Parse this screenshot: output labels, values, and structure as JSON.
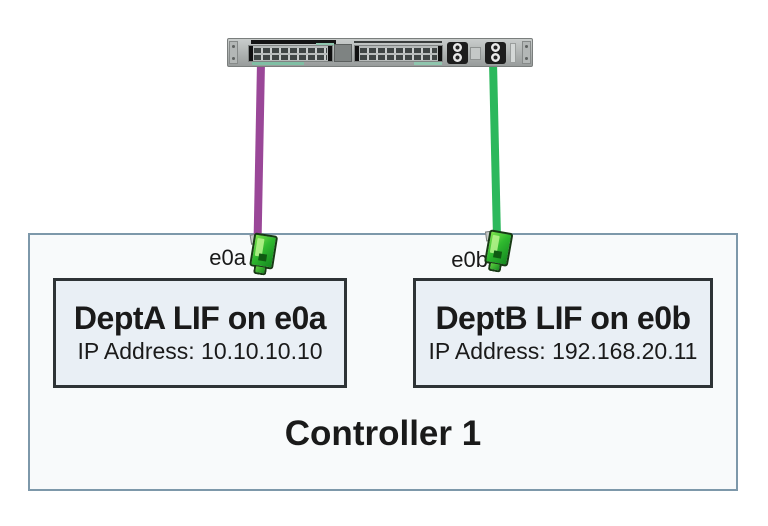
{
  "diagram": {
    "controller_label": "Controller 1",
    "switch_icon": "rack-switch-icon",
    "connections": [
      {
        "port": "e0a",
        "cable_color": "#9a4798",
        "connector_icon": "rj45-connector-icon",
        "lif_title": "DeptA LIF on e0a",
        "ip_label": "IP Address: 10.10.10.10"
      },
      {
        "port": "e0b",
        "cable_color": "#2cb85c",
        "connector_icon": "rj45-connector-icon",
        "lif_title": "DeptB LIF on e0b",
        "ip_label": "IP Address: 192.168.20.11"
      }
    ],
    "colors": {
      "cable_purple": "#9a4798",
      "cable_green": "#2cb85c",
      "connector_green": "#2fb92f",
      "controller_border": "#7d98aa",
      "controller_fill": "#f8fafb",
      "lif_box_fill": "#e9eff5",
      "lif_box_border": "#2e3336",
      "switch_chassis": "#b0b4b3",
      "port_accent_teal": "#7fbfa4"
    }
  }
}
